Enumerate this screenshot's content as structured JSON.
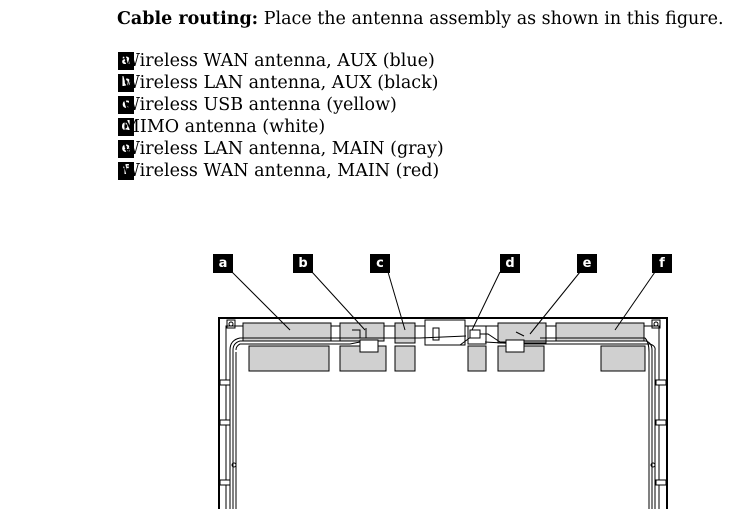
{
  "intro": {
    "bold_label": "Cable routing:",
    "text": " Place the antenna assembly as shown in this figure."
  },
  "legend": [
    {
      "key": "a",
      "text": "Wireless WAN antenna, AUX (blue)"
    },
    {
      "key": "b",
      "text": "Wireless LAN antenna, AUX (black)"
    },
    {
      "key": "c",
      "text": "Wireless USB antenna (yellow)"
    },
    {
      "key": "d",
      "text": "MIMO antenna (white)"
    },
    {
      "key": "e",
      "text": "Wireless LAN antenna, MAIN (gray)"
    },
    {
      "key": "f",
      "text": "Wireless WAN antenna, MAIN (red)"
    }
  ],
  "figure": {
    "callouts": [
      "a",
      "b",
      "c",
      "d",
      "e",
      "f"
    ]
  }
}
